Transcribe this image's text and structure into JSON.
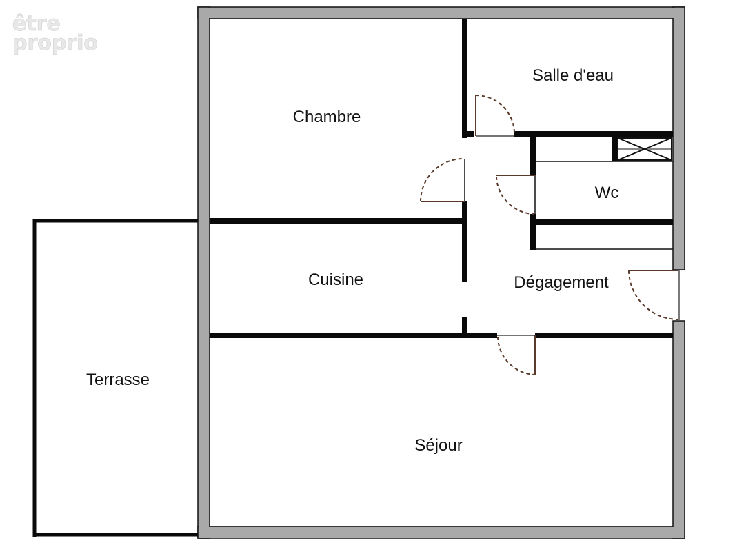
{
  "watermark": {
    "line1": "être",
    "line2": "proprio"
  },
  "rooms": {
    "chambre": "Chambre",
    "salle_eau": "Salle d'eau",
    "wc": "Wc",
    "cuisine": "Cuisine",
    "degagement": "Dégagement",
    "terrasse": "Terrasse",
    "sejour": "Séjour"
  },
  "colors": {
    "outer_wall": "#a9a9a9",
    "inner_wall": "#0a0a0a",
    "door": "#5a3a2a"
  },
  "icons": {
    "ventilation": "ventilation-shaft-icon"
  }
}
